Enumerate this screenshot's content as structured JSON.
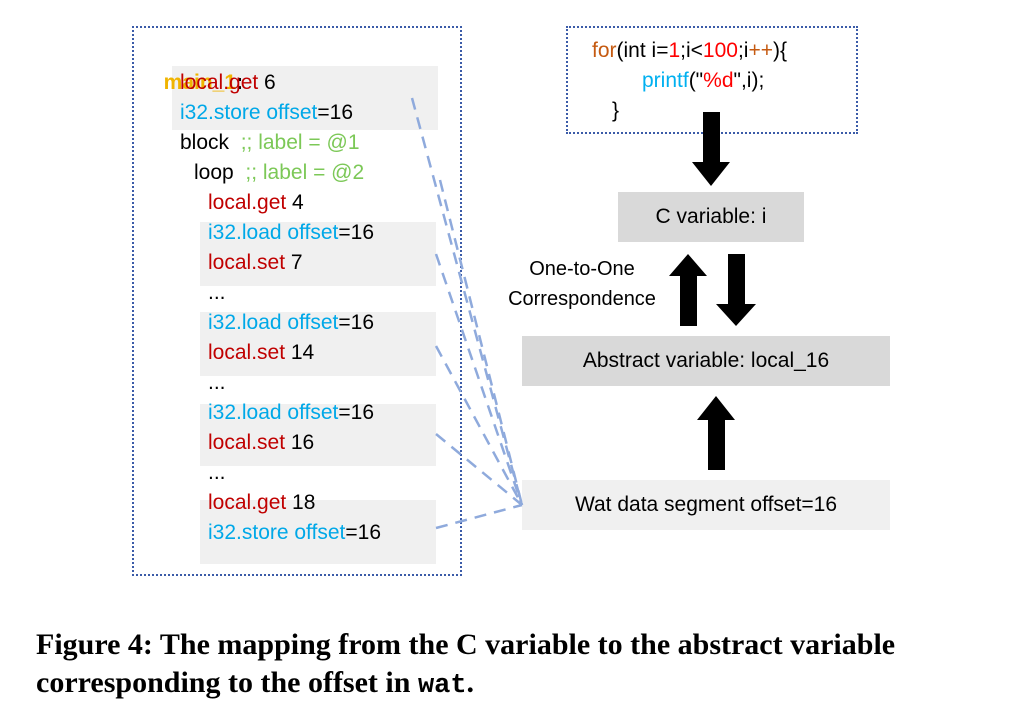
{
  "wat_code": {
    "function_label": "main_1",
    "function_colon": ":",
    "lines": [
      {
        "parts": [
          {
            "t": "local.get",
            "c": "red"
          },
          {
            "t": " 6",
            "c": "blk"
          }
        ]
      },
      {
        "parts": [
          {
            "t": "i32.store offset",
            "c": "blue"
          },
          {
            "t": "=16",
            "c": "blk"
          }
        ]
      },
      {
        "parts": [
          {
            "t": "block",
            "c": "blk"
          },
          {
            "t": "  ;; label = @1",
            "c": "green"
          }
        ]
      },
      {
        "parts": [
          {
            "t": "loop",
            "c": "blk"
          },
          {
            "t": "  ;; label = @2",
            "c": "green"
          }
        ]
      },
      {
        "parts": [
          {
            "t": "local.get",
            "c": "red"
          },
          {
            "t": " 4",
            "c": "blk"
          }
        ]
      },
      {
        "parts": [
          {
            "t": "i32.load offset",
            "c": "blue"
          },
          {
            "t": "=16",
            "c": "blk"
          }
        ]
      },
      {
        "parts": [
          {
            "t": "local.set",
            "c": "red"
          },
          {
            "t": " 7",
            "c": "blk"
          }
        ]
      },
      {
        "parts": [
          {
            "t": "...",
            "c": "blk"
          }
        ]
      },
      {
        "parts": [
          {
            "t": "i32.load offset",
            "c": "blue"
          },
          {
            "t": "=16",
            "c": "blk"
          }
        ]
      },
      {
        "parts": [
          {
            "t": "local.set",
            "c": "red"
          },
          {
            "t": " 14",
            "c": "blk"
          }
        ]
      },
      {
        "parts": [
          {
            "t": "...",
            "c": "blk"
          }
        ]
      },
      {
        "parts": [
          {
            "t": "i32.load offset",
            "c": "blue"
          },
          {
            "t": "=16",
            "c": "blk"
          }
        ]
      },
      {
        "parts": [
          {
            "t": "local.set",
            "c": "red"
          },
          {
            "t": " 16",
            "c": "blk"
          }
        ]
      },
      {
        "parts": [
          {
            "t": "...",
            "c": "blk"
          }
        ]
      },
      {
        "parts": [
          {
            "t": "local.get",
            "c": "red"
          },
          {
            "t": " 18",
            "c": "blk"
          }
        ]
      },
      {
        "parts": [
          {
            "t": "i32.store offset",
            "c": "blue"
          },
          {
            "t": "=16",
            "c": "blk"
          }
        ]
      }
    ]
  },
  "c_code": {
    "lines": [
      {
        "parts": [
          {
            "t": "for",
            "c": "orange"
          },
          {
            "t": "(int i=",
            "c": "blk"
          },
          {
            "t": "1",
            "c": "cred"
          },
          {
            "t": ";i<",
            "c": "blk"
          },
          {
            "t": "100",
            "c": "cred"
          },
          {
            "t": ";i",
            "c": "blk"
          },
          {
            "t": "++",
            "c": "orange"
          },
          {
            "t": "){",
            "c": "blk"
          }
        ]
      },
      {
        "parts": [
          {
            "t": "printf",
            "c": "cblue"
          },
          {
            "t": "(\"",
            "c": "blk"
          },
          {
            "t": "%d",
            "c": "cred"
          },
          {
            "t": "\",i);",
            "c": "blk"
          }
        ]
      },
      {
        "parts": [
          {
            "t": "}",
            "c": "blk"
          }
        ]
      }
    ]
  },
  "boxes": {
    "c_variable": "C variable: i",
    "abstract_variable": "Abstract variable: local_16",
    "wat_data_segment": "Wat data segment offset=16"
  },
  "labels": {
    "correspondence_line1": "One-to-One",
    "correspondence_line2": "Correspondence"
  },
  "caption": {
    "prefix": "Figure 4: The mapping from the C variable to the abstract variable corresponding to the offset in ",
    "code": "wat",
    "suffix": "."
  },
  "colors": {
    "red": "#c00000",
    "blue": "#00a8e8",
    "green": "#7cc857",
    "gold": "#f0b400",
    "dashed_link": "#8faadc",
    "dotted_border": "#3b5ba8"
  }
}
